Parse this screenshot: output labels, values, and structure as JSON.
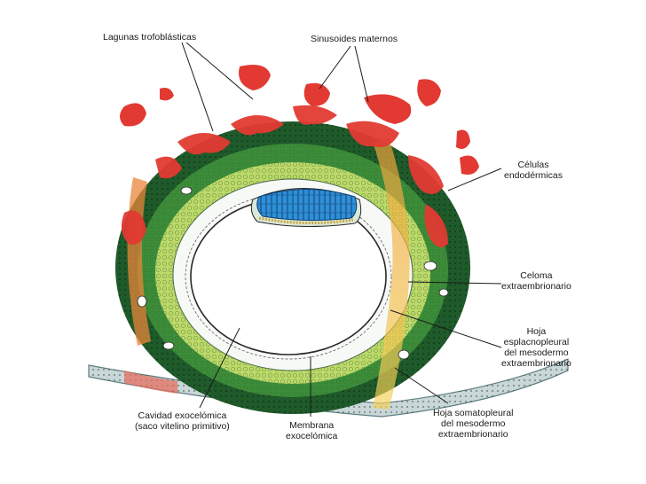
{
  "labels": {
    "lagunas": "Lagunas trofoblásticas",
    "sinusoides": "Sinusoides maternos",
    "celulas_1": "Células",
    "celulas_2": "endodérmicas",
    "celoma_1": "Celoma",
    "celoma_2": "extraembrionario",
    "hoja_esp_1": "Hoja",
    "hoja_esp_2": "esplacnopleural",
    "hoja_esp_3": "del mesodermo",
    "hoja_esp_4": "extraembrionario",
    "hoja_som_1": "Hoja somatopleural",
    "hoja_som_2": "del mesodermo",
    "hoja_som_3": "extraembrionario",
    "membrana_1": "Membrana",
    "membrana_2": "exocelómica",
    "cavidad_1": "Cavidad exocelómica",
    "cavidad_2": "(saco vitelino primitivo)"
  },
  "colors": {
    "trophoblast_dark": "#1f5a2a",
    "trophoblast_mid": "#3a8a3a",
    "mesoderm_light": "#bcd96a",
    "sinusoid_red": "#e23a32",
    "epiblast_blue": "#2f8fd8",
    "amnion_yellow": "#e8c640",
    "epithelium_gray": "#7a9aa0"
  }
}
